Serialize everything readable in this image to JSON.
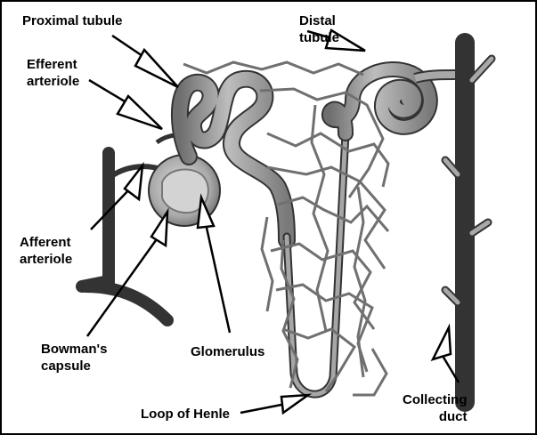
{
  "diagram": {
    "title": "",
    "labels": {
      "proximal_tubule": "Proximal tubule",
      "efferent_line1": "Efferent",
      "efferent_line2": "arteriole",
      "distal_line1": "Distal",
      "distal_line2": "tubule",
      "afferent_line1": "Afferent",
      "afferent_line2": "arteriole",
      "bowman_line1": "Bowman's",
      "bowman_line2": "capsule",
      "glomerulus": "Glomerulus",
      "loop_of_henle": "Loop of Henle",
      "collecting_line1": "Collecting",
      "collecting_line2": "duct"
    },
    "colors": {
      "tubule_fill": "#9a9a9a",
      "tubule_outline": "#3a3a3a",
      "capillary": "#7d7d7d",
      "arteriole": "#555555",
      "glomerulus_inner": "#c8c8c8",
      "frame": "#000000"
    }
  }
}
